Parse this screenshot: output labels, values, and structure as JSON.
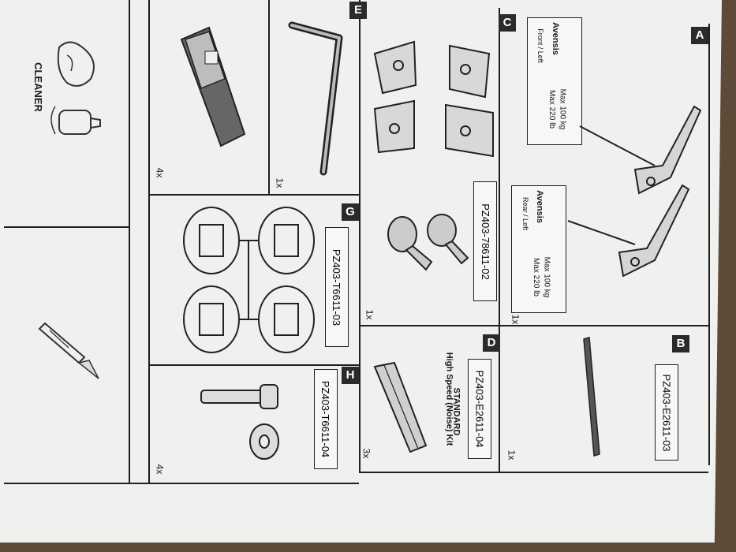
{
  "cleaner": {
    "label": "CLEANER"
  },
  "sections": {
    "a": {
      "letter": "A",
      "front": {
        "model": "Avensis",
        "position": "Front / Left",
        "max_kg": "Max 100 kg",
        "max_lb": "Max 220 lb"
      },
      "rear": {
        "model": "Avensis",
        "position": "Rear / Left",
        "max_kg": "Max 100 kg",
        "max_lb": "Max 220 lb"
      },
      "qty": "1x"
    },
    "b": {
      "letter": "B",
      "part_number": "PZ403-E2611-03",
      "qty": "1x"
    },
    "c": {
      "letter": "C",
      "part_number": "PZ403-78611-02",
      "qty": "1x"
    },
    "d": {
      "letter": "D",
      "part_number": "PZ403-E2611-04",
      "title": "STANDARD",
      "subtitle": "High Speed (Noise) Kit",
      "qty": "3x"
    },
    "e": {
      "letter": "E",
      "qty_key": "1x",
      "qty_strip": "4x"
    },
    "g": {
      "letter": "G",
      "part_number": "PZ403-T6611-03"
    },
    "h": {
      "letter": "H",
      "part_number": "PZ403-T6611-04",
      "qty": "4x"
    }
  }
}
